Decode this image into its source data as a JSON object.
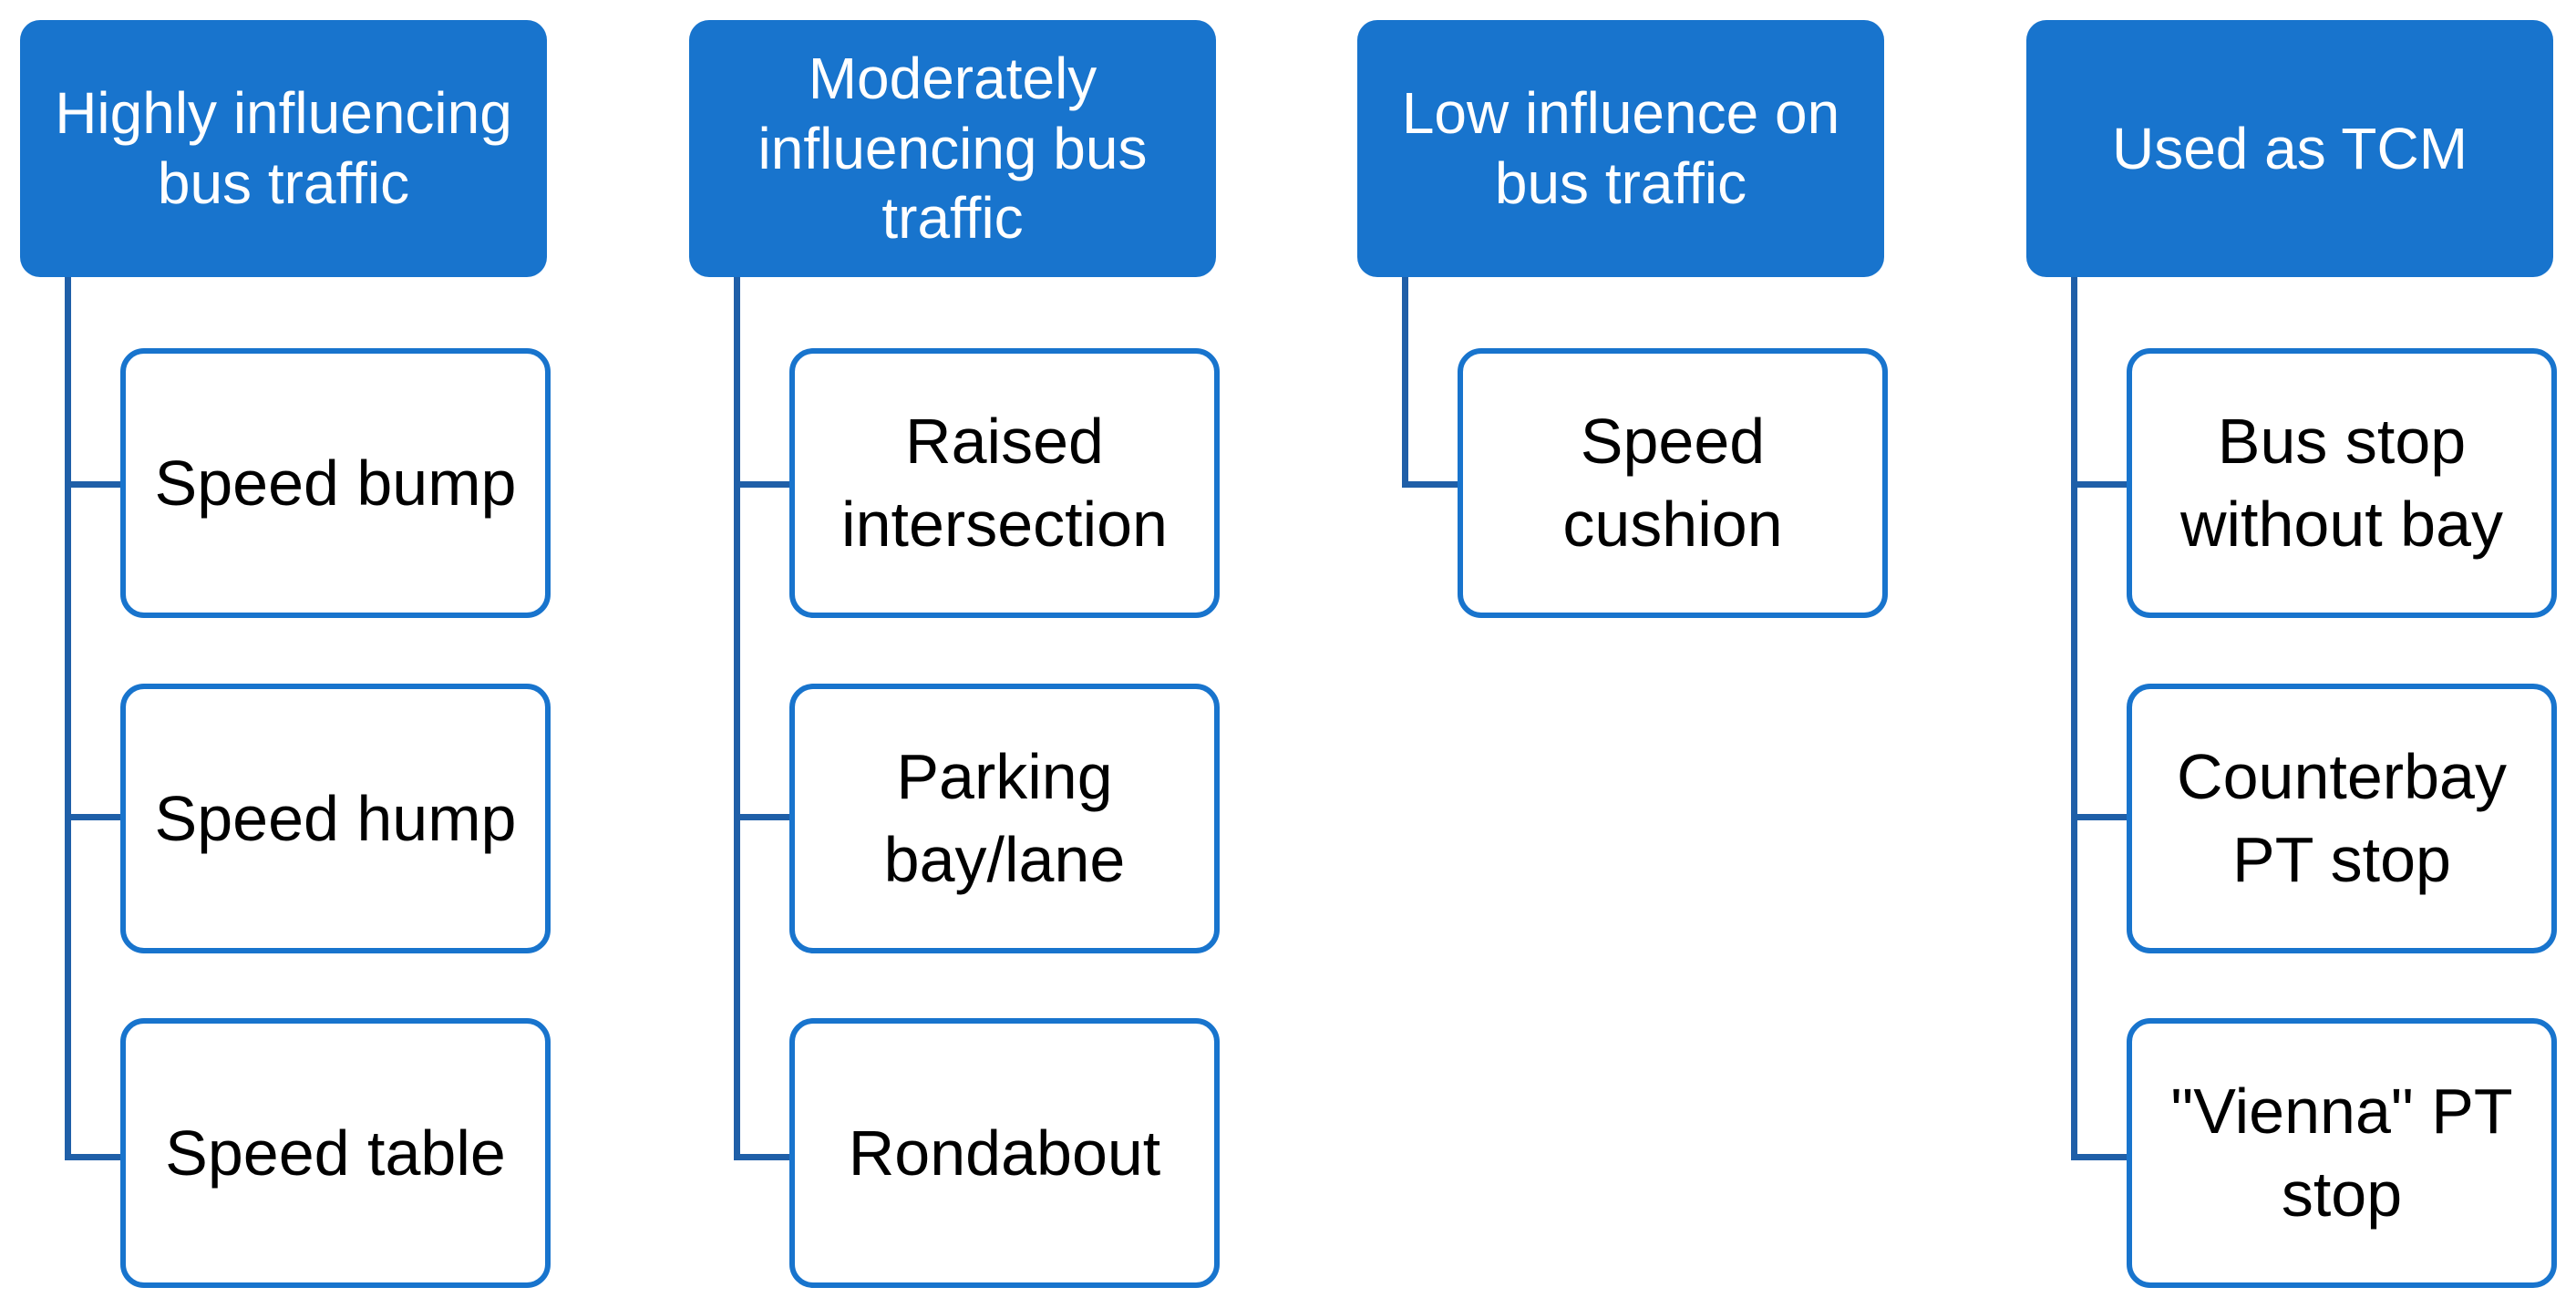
{
  "accent_color": "#1874CD",
  "connector_color": "#1F5FA8",
  "groups": [
    {
      "header": "Highly influencing\nbus traffic",
      "children": [
        "Speed bump",
        "Speed hump",
        "Speed table"
      ]
    },
    {
      "header": "Moderately\ninfluencing bus\ntraffic",
      "children": [
        "Raised\nintersection",
        "Parking\nbay/lane",
        "Rondabout"
      ]
    },
    {
      "header": "Low influence on\nbus traffic",
      "children": [
        "Speed\ncushion"
      ]
    },
    {
      "header": "Used as TCM",
      "children": [
        "Bus stop\nwithout bay",
        "Counterbay\nPT stop",
        "\"Vienna\" PT\nstop"
      ]
    }
  ]
}
